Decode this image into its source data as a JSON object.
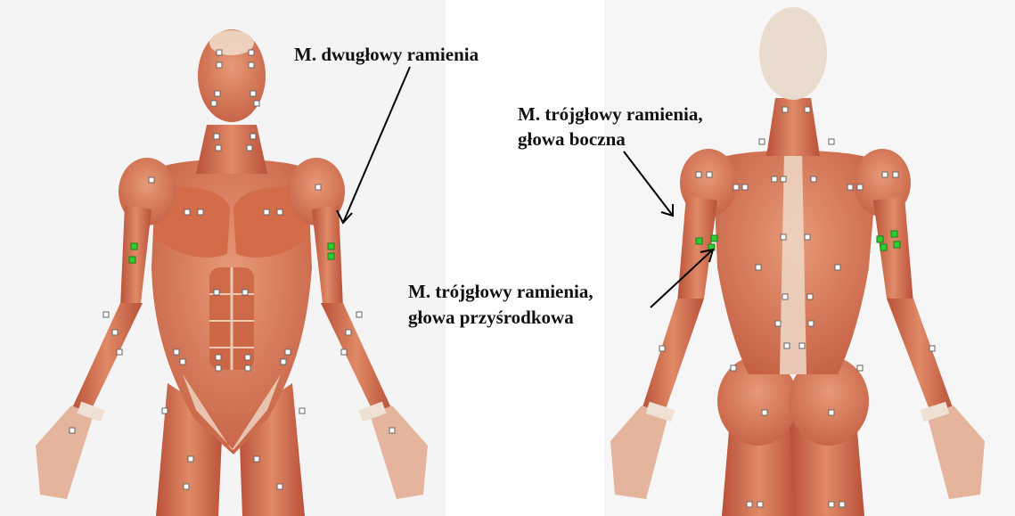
{
  "figures": [
    {
      "name": "anterior-muscle-figure",
      "view": "front"
    },
    {
      "name": "posterior-muscle-figure",
      "view": "back"
    }
  ],
  "labels": {
    "biceps": "M. dwugłowy ramienia",
    "triceps_lateral_line1": "M. trójgłowy ramienia,",
    "triceps_lateral_line2": "głowa boczna",
    "triceps_medial_line1": "M. trójgłowy ramienia,",
    "triceps_medial_line2": "głowa przyśrodkowa"
  },
  "colors": {
    "muscle": "#d9724e",
    "muscle_dark": "#b9513a",
    "tendon": "#efd8c8",
    "marker_default": "#ffffff",
    "marker_highlight": "#2ecc2e",
    "arrow": "#000000"
  }
}
